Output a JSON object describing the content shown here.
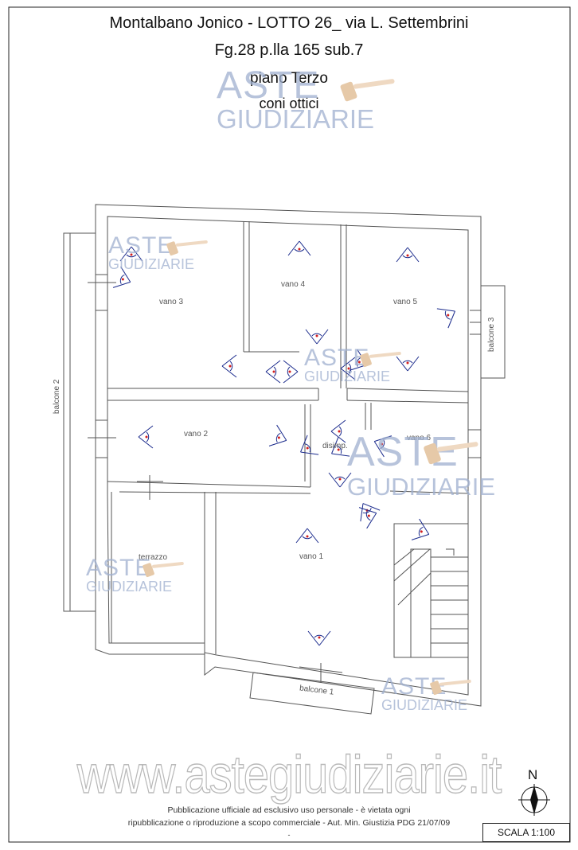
{
  "header": {
    "line1": "Montalbano Jonico - LOTTO 26_ via L. Settembrini",
    "line2": "Fg.28 p.lla 165 sub.7",
    "line3": "piano Terzo",
    "line4": "coni ottici"
  },
  "rooms": {
    "vano3": "vano 3",
    "vano4": "vano 4",
    "vano5": "vano 5",
    "vano2": "vano 2",
    "vano6": "vano 6",
    "disimpegno": "disimp.",
    "terrazzo": "terrazzo",
    "vano1": "vano 1",
    "balcone1": "balcone 1",
    "balcone2": "balcone 2",
    "balcone3": "balcone 3"
  },
  "watermark": {
    "word1": "ASTE",
    "word2": "GIUDIZIARIE",
    "site": "www.astegiudiziarie.it"
  },
  "footer": {
    "line1": "Pubblicazione ufficiale ad esclusivo uso personale - è vietata ogni",
    "line2": "ripubblicazione o riproduzione a scopo commerciale - Aut. Min. Giustizia PDG 21/07/09",
    "line3": "-"
  },
  "compass": {
    "north_label": "N"
  },
  "scale": {
    "label": "SCALA  1:100"
  },
  "colors": {
    "walls": "#555555",
    "cone_lines": "#1a2a8c",
    "cone_numbers": "#d21f1f",
    "watermark": "#9fb0cf",
    "gavel": "#e6c9a8"
  }
}
